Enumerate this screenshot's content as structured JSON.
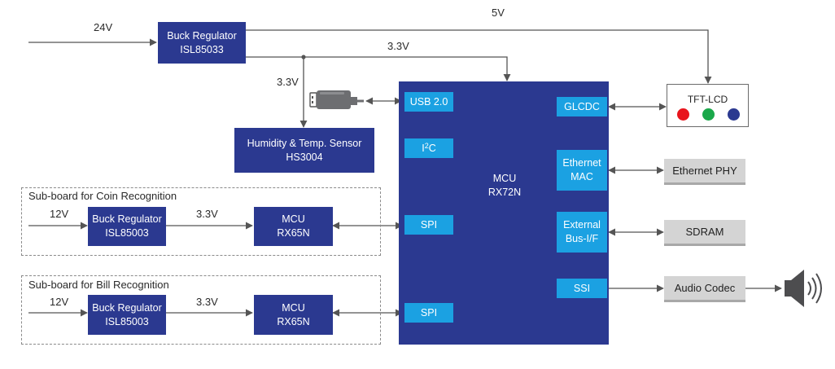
{
  "labels": {
    "v24": "24V",
    "v5": "5V",
    "v33_top": "3.3V",
    "v33_sensor": "3.3V",
    "coin_12v": "12V",
    "coin_33v": "3.3V",
    "bill_12v": "12V",
    "bill_33v": "3.3V"
  },
  "main_buck": {
    "line1": "Buck Regulator",
    "line2": "ISL85033"
  },
  "sensor": {
    "line1": "Humidity & Temp. Sensor",
    "line2": "HS3004"
  },
  "mcu_main": {
    "line1": "MCU",
    "line2": "RX72N",
    "ports": {
      "usb": "USB 2.0",
      "i2c_base": "I",
      "i2c_sup": "2",
      "i2c_tail": "C",
      "spi_coin": "SPI",
      "spi_bill": "SPI",
      "glcdc": "GLCDC",
      "eth_1": "Ethernet",
      "eth_2": "MAC",
      "ext_1": "External",
      "ext_2": "Bus-I/F",
      "ssi": "SSI"
    }
  },
  "coin_board": {
    "title": "Sub-board for Coin Recognition",
    "buck": {
      "line1": "Buck Regulator",
      "line2": "ISL85003"
    },
    "mcu": {
      "line1": "MCU",
      "line2": "RX65N"
    }
  },
  "bill_board": {
    "title": "Sub-board for Bill Recognition",
    "buck": {
      "line1": "Buck Regulator",
      "line2": "ISL85003"
    },
    "mcu": {
      "line1": "MCU",
      "line2": "RX65N"
    }
  },
  "peripherals": {
    "tft": {
      "label": "TFT-LCD",
      "dots": [
        "#e8141c",
        "#1aa84a",
        "#2b3990"
      ]
    },
    "ethernet_phy": "Ethernet PHY",
    "sdram": "SDRAM",
    "audio_codec": "Audio Codec"
  },
  "icons": [
    "usb-plug-icon",
    "speaker-icon"
  ],
  "colors": {
    "navy": "#2b3990",
    "port_blue": "#1ba1e2",
    "grey_box": "#d4d4d4",
    "line": "#555555"
  }
}
